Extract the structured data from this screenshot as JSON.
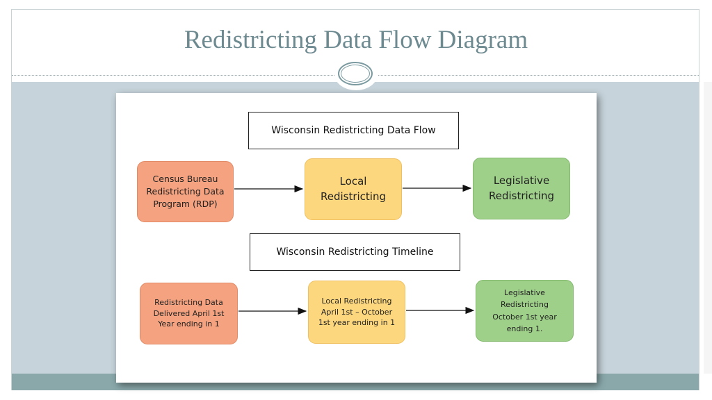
{
  "slide": {
    "title": "Redistricting Data Flow Diagram"
  },
  "diagram": {
    "flow_heading": "Wisconsin Redistricting Data Flow",
    "timeline_heading": "Wisconsin Redistricting Timeline",
    "flow_nodes": [
      {
        "lines": [
          "Census Bureau",
          "Redistricting Data",
          "Program (RDP)"
        ]
      },
      {
        "lines": [
          "Local",
          "Redistricting"
        ]
      },
      {
        "lines": [
          "Legislative",
          "Redistricting"
        ]
      }
    ],
    "timeline_nodes": [
      {
        "lines": [
          "Redistricting Data",
          "Delivered April 1st",
          "Year ending in 1"
        ]
      },
      {
        "lines": [
          "Local Redistricting",
          "April 1st – October",
          "1st year ending in 1"
        ]
      },
      {
        "lines": [
          "Legislative",
          "Redistricting",
          "October 1st year",
          "ending 1."
        ]
      }
    ],
    "colors": {
      "source": "#f4a27f",
      "local": "#fdd77e",
      "legislative": "#9fd08a"
    }
  }
}
